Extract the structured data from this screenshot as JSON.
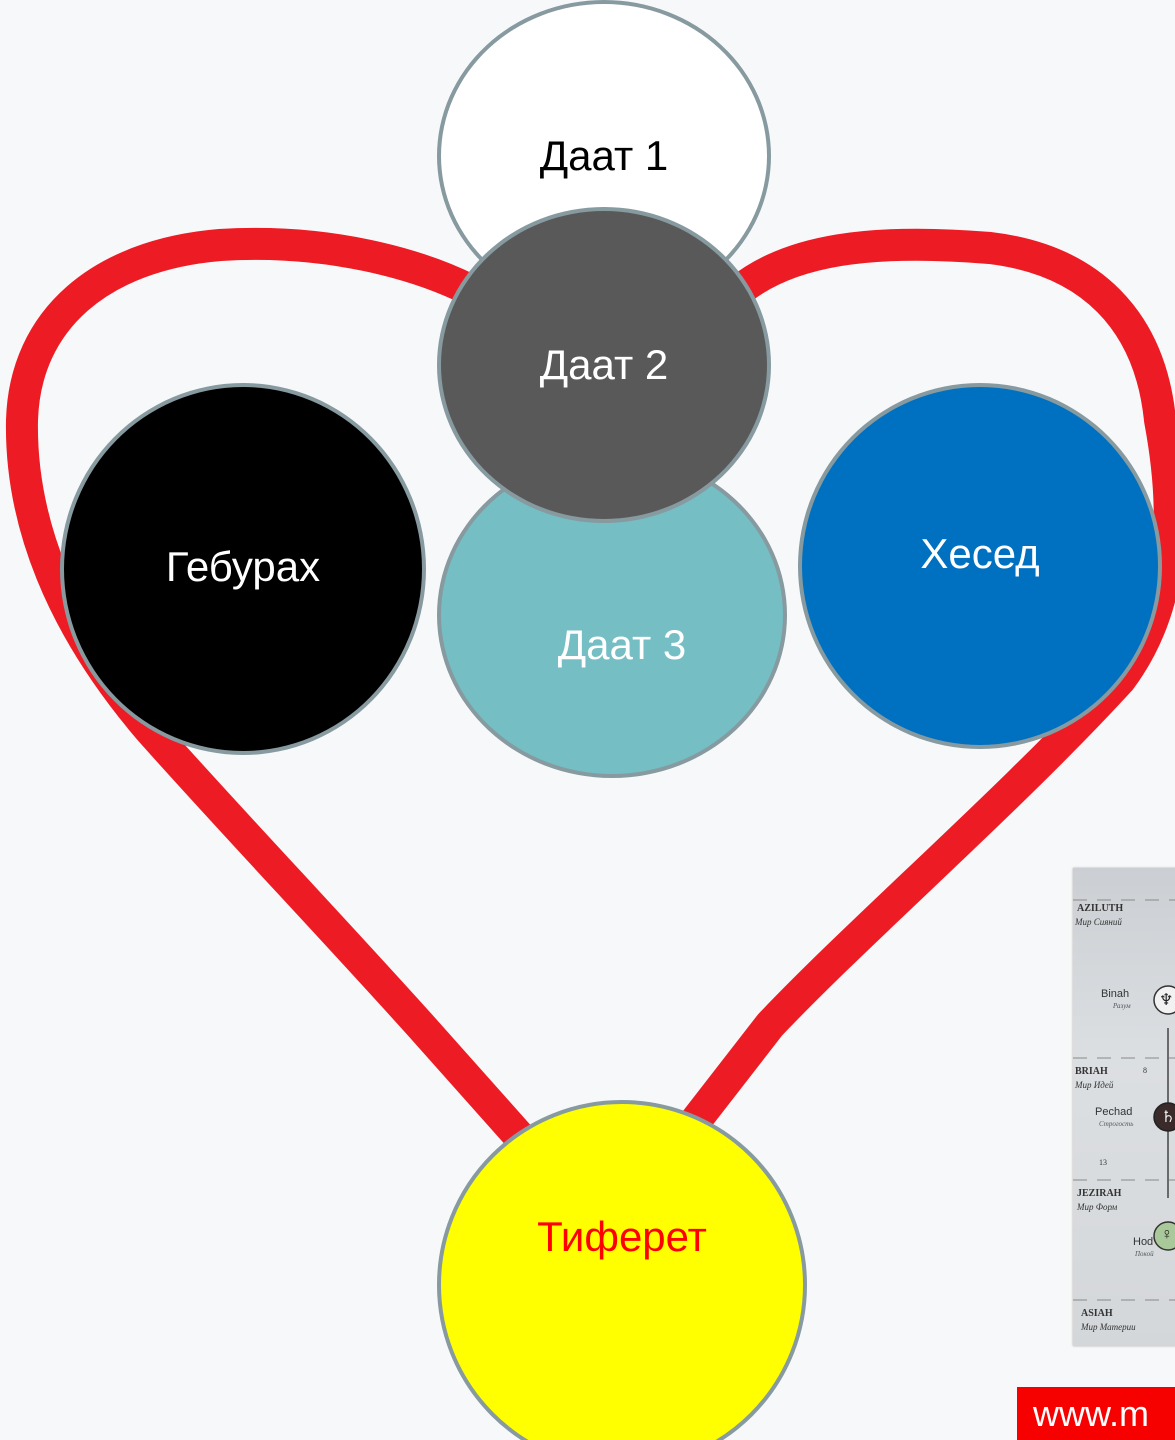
{
  "diagram": {
    "heart_color": "#ed1c24",
    "nodes": {
      "daat1": {
        "label": "Даат 1",
        "fill": "#ffffff",
        "text_color": "#000000"
      },
      "daat2": {
        "label": "Даат 2",
        "fill": "#595959",
        "text_color": "#ffffff"
      },
      "daat3": {
        "label": "Даат 3",
        "fill": "#74bec4",
        "text_color": "#ffffff"
      },
      "geburah": {
        "label": "Гебурах",
        "fill": "#000000",
        "text_color": "#ffffff"
      },
      "chesed": {
        "label": "Хесед",
        "fill": "#0070c0",
        "text_color": "#ffffff"
      },
      "tiferet": {
        "label": "Тиферет",
        "fill": "#ffff00",
        "text_color": "#ff0000"
      }
    }
  },
  "inset_photo": {
    "world_aziluth": "AZILUTH",
    "world_aziluth_sub": "Мир Сияний",
    "node_binah": "Binah",
    "node_binah_sub": "Разум",
    "world_briah": "BRIAH",
    "world_briah_sub": "Мир Идей",
    "path_8": "8",
    "node_pechad": "Pechad",
    "node_pechad_sub": "Строгость",
    "path_13": "13",
    "world_jezirah": "JEZIRAH",
    "world_jezirah_sub": "Мир Форм",
    "node_hod": "Hod",
    "node_hod_sub": "Покой",
    "world_asiah": "ASIAH",
    "world_asiah_sub": "Мир Материи",
    "symbol_binah": "♆",
    "symbol_pechad": "♄",
    "symbol_hod": "♀"
  },
  "footer": {
    "url": "www.m"
  }
}
